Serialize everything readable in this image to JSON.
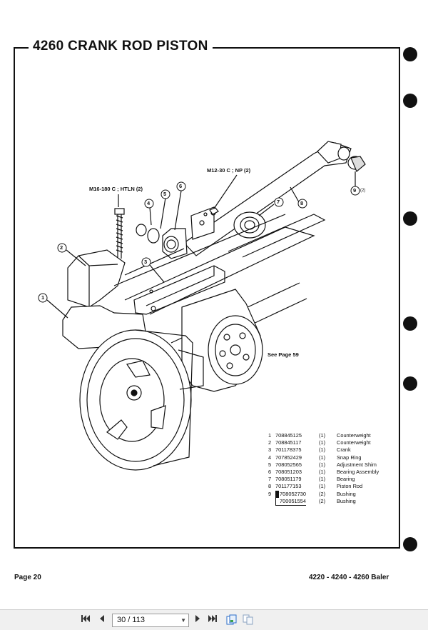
{
  "page": {
    "title": "4260 CRANK ROD PISTON",
    "callouts": {
      "m16": "M16-180 C ; HTLN (2)",
      "m12": "M12-30 C ; NP (2)",
      "see_page": "See Page 59",
      "qty9": "(2)"
    },
    "balloons": [
      "1",
      "2",
      "3",
      "4",
      "5",
      "6",
      "7",
      "8",
      "9"
    ],
    "parts": [
      {
        "no": "1",
        "part": "708845125",
        "qty": "(1)",
        "desc": "Counterweight"
      },
      {
        "no": "2",
        "part": "708845117",
        "qty": "(1)",
        "desc": "Counterweight"
      },
      {
        "no": "3",
        "part": "701178375",
        "qty": "(1)",
        "desc": "Crank"
      },
      {
        "no": "4",
        "part": "707852429",
        "qty": "(1)",
        "desc": "Snap Ring"
      },
      {
        "no": "5",
        "part": "708052565",
        "qty": "(1)",
        "desc": "Adjustment Shim"
      },
      {
        "no": "6",
        "part": "708051203",
        "qty": "(1)",
        "desc": "Bearing Assembly"
      },
      {
        "no": "7",
        "part": "708051179",
        "qty": "(1)",
        "desc": "Bearing"
      },
      {
        "no": "8",
        "part": "701177153",
        "qty": "(1)",
        "desc": "Piston Rod"
      },
      {
        "no": "9",
        "part": "708052730",
        "qty": "(2)",
        "desc": "Bushing"
      },
      {
        "no": "",
        "part": "700051554",
        "qty": "(2)",
        "desc": "Bushing"
      }
    ],
    "footer_left": "Page 20",
    "footer_right": "4220 - 4240 - 4260 Baler"
  },
  "toolbar": {
    "page_indicator": "30 / 113",
    "icons": [
      "first-page-icon",
      "prev-page-icon",
      "next-page-icon",
      "last-page-icon",
      "copy-page-icon",
      "view-mode-icon"
    ]
  }
}
